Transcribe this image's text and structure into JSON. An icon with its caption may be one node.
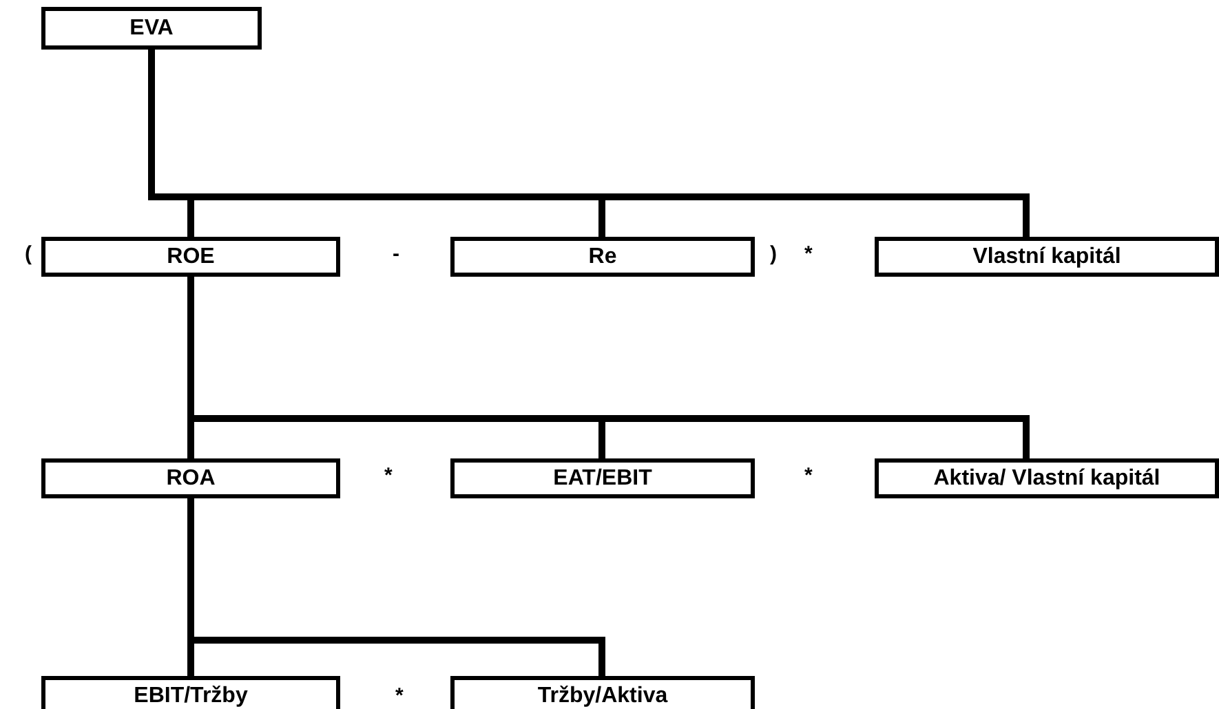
{
  "diagram": {
    "nodes": [
      {
        "text": [
          "EVA"
        ]
      },
      {
        "text": [
          "ROE"
        ]
      },
      {
        "text": [
          "Re"
        ]
      },
      {
        "text": [
          "Vlastní kapitál"
        ]
      },
      {
        "text": [
          "ROA"
        ]
      },
      {
        "text": [
          "EAT/EBIT"
        ]
      },
      {
        "text": [
          "Aktiva/ Vlastní kapitál"
        ]
      },
      {
        "text": [
          "EBIT/Tržby"
        ]
      },
      {
        "text": [
          "Tržby/Aktiva"
        ]
      }
    ],
    "edges": [
      {
        "from": 0,
        "to": 1,
        "arrow": "none"
      },
      {
        "from": 0,
        "to": 2,
        "arrow": "none"
      },
      {
        "from": 0,
        "to": 3,
        "arrow": "none"
      },
      {
        "from": 1,
        "to": 4,
        "arrow": "none"
      },
      {
        "from": 1,
        "to": 5,
        "arrow": "none"
      },
      {
        "from": 1,
        "to": 6,
        "arrow": "none"
      },
      {
        "from": 4,
        "to": 7,
        "arrow": "none"
      },
      {
        "from": 4,
        "to": 8,
        "arrow": "none"
      }
    ],
    "labels": [
      "(",
      "-",
      ")",
      "*",
      "*",
      "*",
      "*"
    ]
  }
}
